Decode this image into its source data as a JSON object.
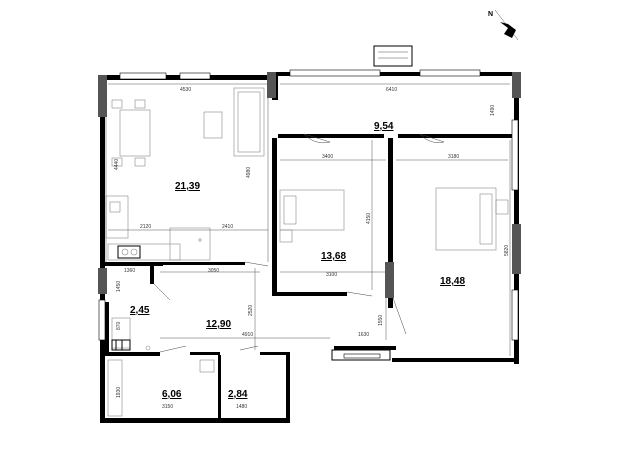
{
  "compass": {
    "label": "N",
    "icon": "north-arrow-icon"
  },
  "rooms": {
    "living_kitchen": "21,39",
    "balcony": "9,54",
    "bedroom_small": "13,68",
    "bedroom_large": "18,48",
    "bathroom_small": "2,45",
    "hall": "12,90",
    "bathroom": "6,06",
    "storage": "2,84"
  },
  "dimensions": {
    "living_width": "4530",
    "balcony_width": "6410",
    "balcony_side": "1490",
    "living_depth": "4440",
    "living_height": "4980",
    "bedroom_small_width": "3400",
    "bedroom_large_width": "3180",
    "kitchen_a": "2120",
    "kitchen_b": "2410",
    "bedroom_small_depth": "4150",
    "bedroom_large_depth": "5820",
    "wc_width": "1360",
    "hall_width": "3050",
    "bedroom_small_width2": "3100",
    "wc_depth": "1450",
    "hall_depth": "2520",
    "corridor_depth": "1550",
    "wc_depth2": "870",
    "hall_length": "4910",
    "bedroom_large_width2": "1630",
    "bath_depth": "1930",
    "bath_width": "3150",
    "storage_width": "1480"
  }
}
